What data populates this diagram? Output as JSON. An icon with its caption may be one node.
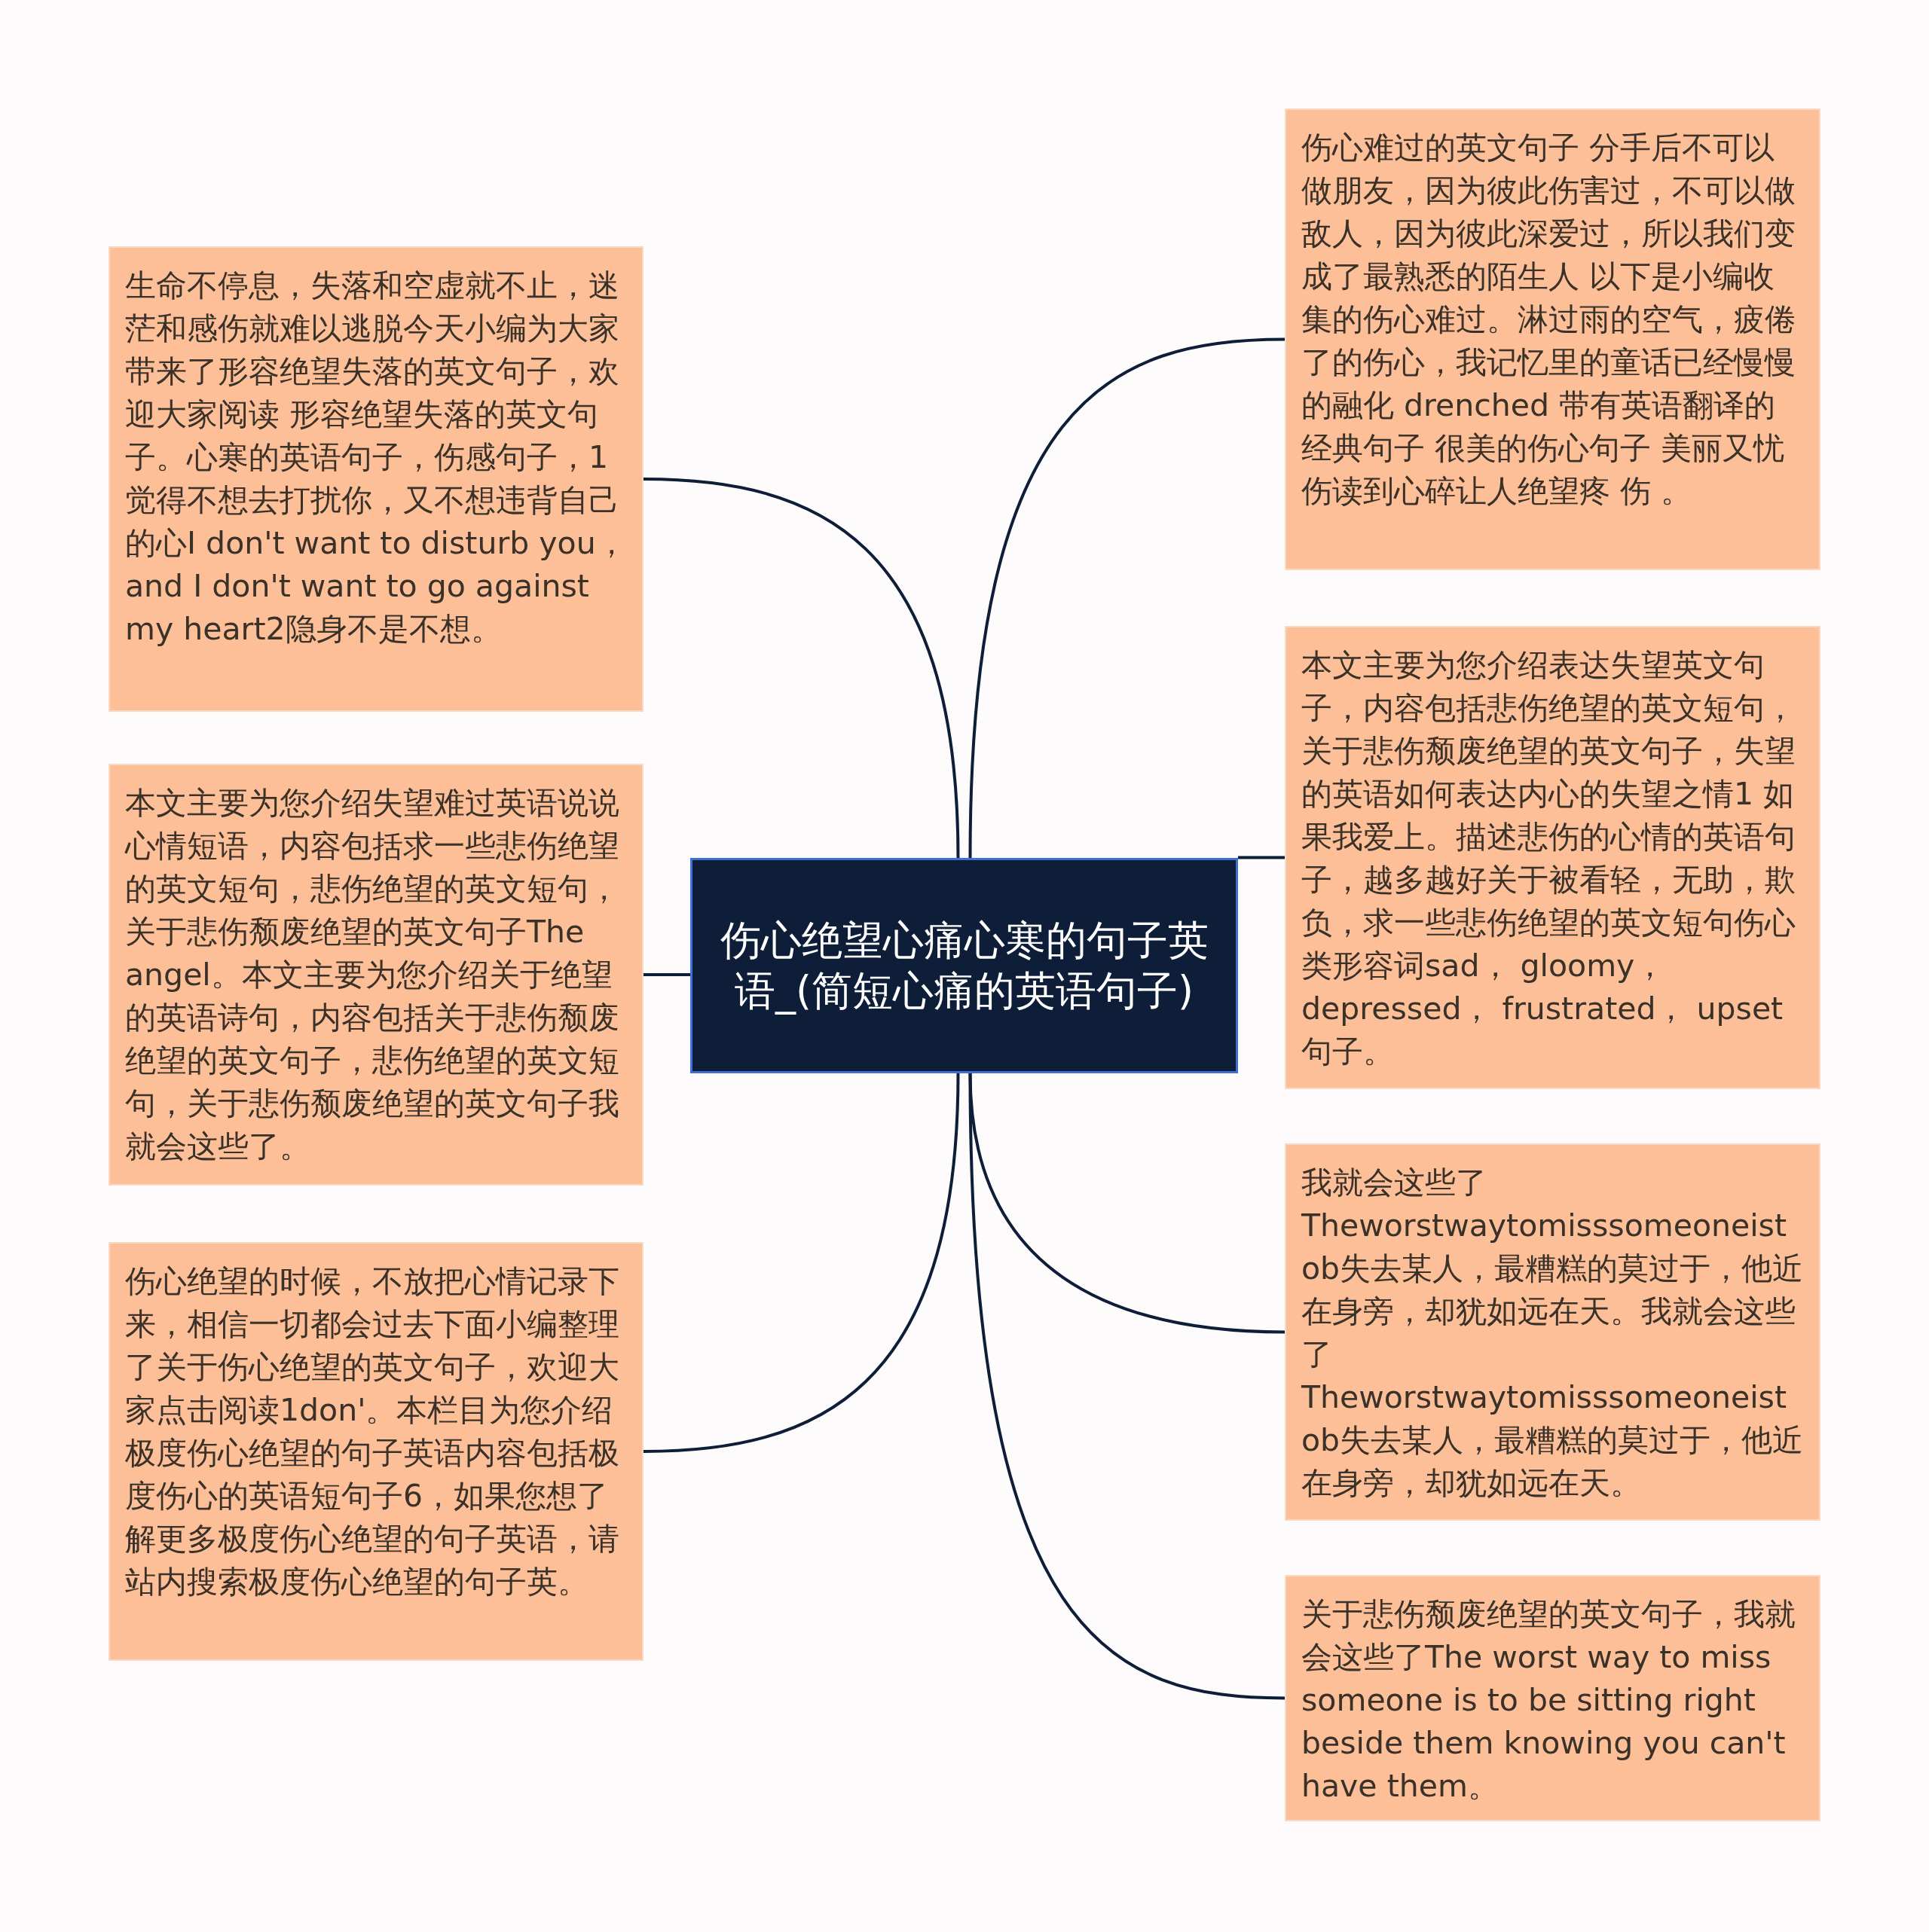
{
  "diagram": {
    "nodes": [
      {
        "text": [
          "伤心绝望心痛心寒的句子英语_(简短心痛的英语句子)"
        ]
      },
      {
        "text": [
          "生命不停息，失落和空虚就不止，迷茫和感伤就难以逃脱今天小编为大家带来了形容绝望失落的英文句子，欢迎大家阅读 形容绝望失落的英文句子。心寒的英语句子，伤感句子，1觉得不想去打扰你，又不想违背自己的心I don't want to disturb you， and I don't want to go against my heart2隐身不是不想。"
        ]
      },
      {
        "text": [
          "本文主要为您介绍失望难过英语说说心情短语，内容包括求一些悲伤绝望的英文短句，悲伤绝望的英文短句，关于悲伤颓废绝望的英文句子The angel。本文主要为您介绍关于绝望的英语诗句，内容包括关于悲伤颓废绝望的英文句子，悲伤绝望的英文短句，关于悲伤颓废绝望的英文句子我就会这些了。"
        ]
      },
      {
        "text": [
          "伤心绝望的时候，不放把心情记录下来，相信一切都会过去下面小编整理了关于伤心绝望的英文句子，欢迎大家点击阅读1don'。本栏目为您介绍极度伤心绝望的句子英语内容包括极度伤心的英语短句子6，如果您想了解更多极度伤心绝望的句子英语，请站内搜索极度伤心绝望的句子英。"
        ]
      },
      {
        "text": [
          "伤心难过的英文句子 分手后不可以做朋友，因为彼此伤害过，不可以做敌人，因为彼此深爱过，所以我们变成了最熟悉的陌生人 以下是小编收集的伤心难过。淋过雨的空气，疲倦了的伤心，我记忆里的童话已经慢慢的融化  drenched 带有英语翻译的经典句子 很美的伤心句子 美丽又忧伤读到心碎让人绝望疼 伤 。"
        ]
      },
      {
        "text": [
          "本文主要为您介绍表达失望英文句子，内容包括悲伤绝望的英文短句，关于悲伤颓废绝望的英文句子，失望的英语如何表达内心的失望之情1 如果我爱上。描述悲伤的心情的英语句子，越多越好关于被看轻，无助，欺负，求一些悲伤绝望的英文短句伤心类形容词sad， gloomy， depressed， frustrated， upset句子。"
        ]
      },
      {
        "text": [
          "我就会这些了 Theworstwaytomisssomeoneistob失去某人，最糟糕的莫过于，他近在身旁，却犹如远在天。我就会这些了 Theworstwaytomisssomeoneistob失去某人，最糟糕的莫过于，他近在身旁，却犹如远在天。"
        ]
      },
      {
        "text": [
          "关于悲伤颓废绝望的英文句子，我就会这些了The worst way to miss someone is to be sitting right beside them knowing you can't have them。"
        ]
      }
    ],
    "edges": [
      {
        "from": 0,
        "to": 1,
        "arrow": "none"
      },
      {
        "from": 0,
        "to": 2,
        "arrow": "none"
      },
      {
        "from": 0,
        "to": 3,
        "arrow": "none"
      },
      {
        "from": 0,
        "to": 4,
        "arrow": "none"
      },
      {
        "from": 0,
        "to": 5,
        "arrow": "none"
      },
      {
        "from": 0,
        "to": 6,
        "arrow": "none"
      },
      {
        "from": 0,
        "to": 7,
        "arrow": "none"
      }
    ]
  }
}
